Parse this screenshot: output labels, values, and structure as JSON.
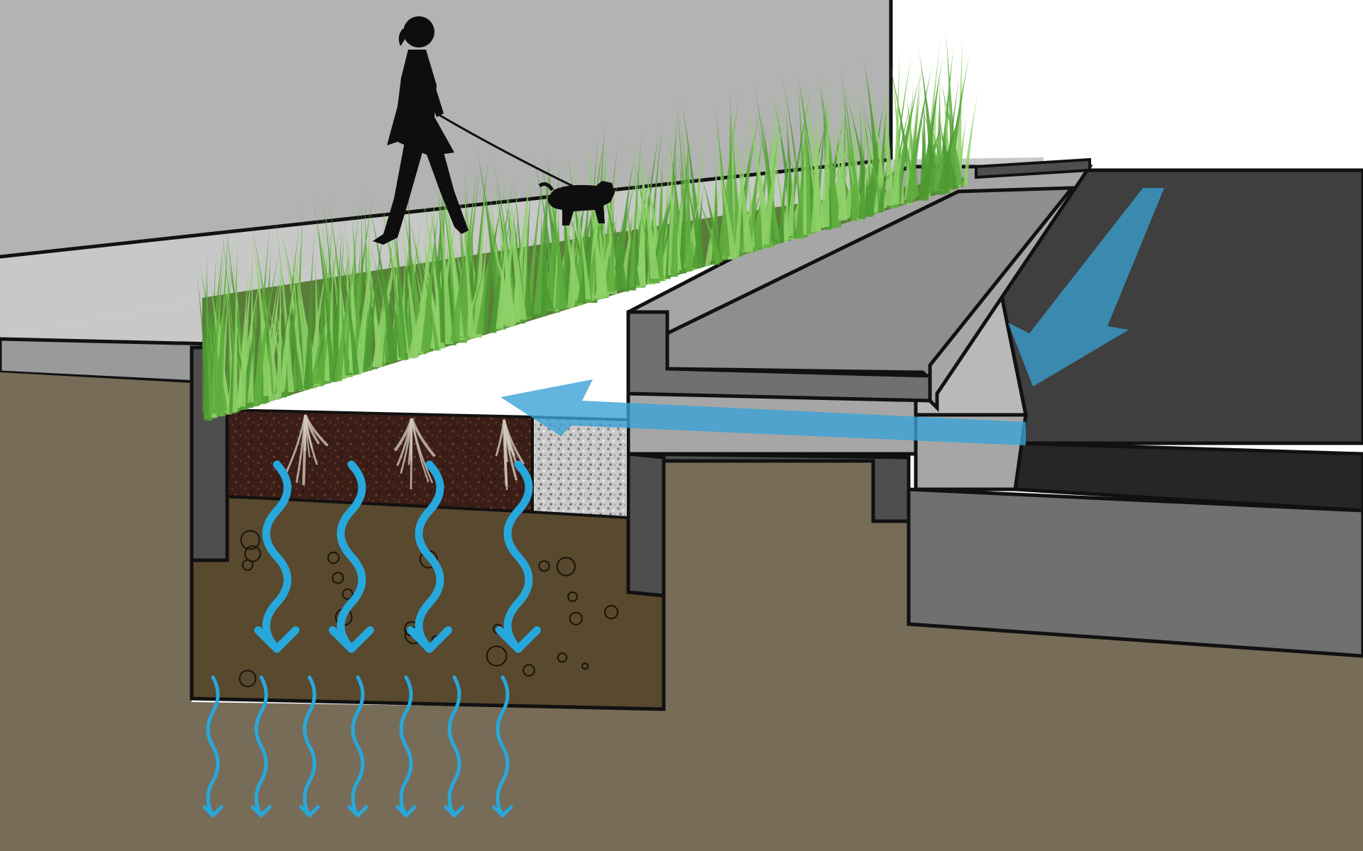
{
  "diagram": {
    "subject": "bioswale-curb-cut-cross-section",
    "colors": {
      "wall": "#b3b3b3",
      "sidewalk": "#c8c8c8",
      "sidewalk_edge": "#9a9a9a",
      "ground": "#776c57",
      "engineered_soil": "#58492f",
      "topsoil": "#3a1e17",
      "gravel": "#c9c9c9",
      "concrete_light": "#a6a6a6",
      "concrete_mid": "#707070",
      "concrete_dark": "#4e4e4e",
      "asphalt": "#3f3f3f",
      "asphalt_edge": "#262626",
      "grass": "#5fae3d",
      "grass_light": "#8fd16a",
      "water": "#27a8dc",
      "water_translucent": "#3aa3d6",
      "outline": "#111111",
      "silhouette": "#0e0e0e"
    },
    "layers": [
      {
        "id": "building-wall"
      },
      {
        "id": "sidewalk"
      },
      {
        "id": "planting-bed-grass"
      },
      {
        "id": "topsoil-with-roots"
      },
      {
        "id": "engineered-soil-layer"
      },
      {
        "id": "gravel-filter"
      },
      {
        "id": "concrete-curb-and-gutter"
      },
      {
        "id": "street-asphalt"
      },
      {
        "id": "subgrade"
      }
    ],
    "flows": {
      "street_runoff_arrow": "street-runoff-arrow",
      "inlet_arrow": "curb-inlet-arrow",
      "infiltration_arrows": 4,
      "groundwater_recharge_arrows": 7
    },
    "figures": [
      "pedestrian-silhouette",
      "dog-silhouette",
      "leash"
    ]
  }
}
